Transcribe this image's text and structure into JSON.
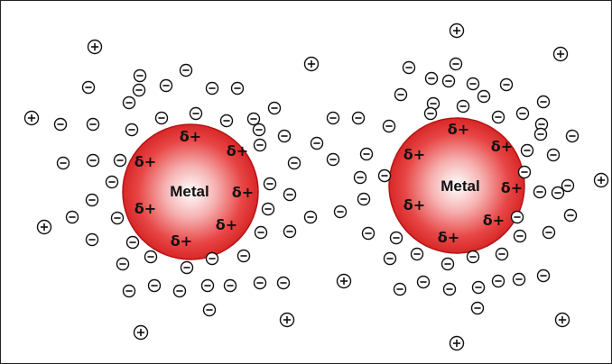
{
  "particles": [
    {
      "label": "Metal",
      "delta": "δ+",
      "negative_symbol": "⊖",
      "positive_symbol": "⊕"
    },
    {
      "label": "Metal",
      "delta": "δ+",
      "negative_symbol": "⊖",
      "positive_symbol": "⊕"
    }
  ],
  "colors": {
    "particle_center": "#ffffff",
    "particle_mid": "#e84646",
    "particle_edge": "#d11a1a",
    "ion_stroke": "#111111",
    "frame": "#222222"
  },
  "icons": {
    "negative_ion": "circled-minus-icon",
    "positive_ion": "circled-plus-icon"
  }
}
